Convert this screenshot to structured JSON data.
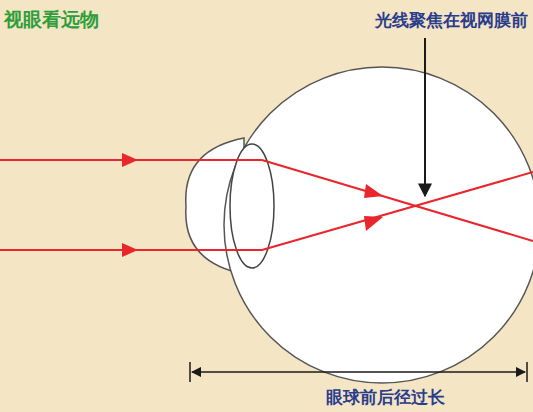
{
  "diagram": {
    "title": "视眼看远物",
    "labels": [
      "光线聚焦在视网膜前",
      "眼球前后径过长"
    ]
  }
}
